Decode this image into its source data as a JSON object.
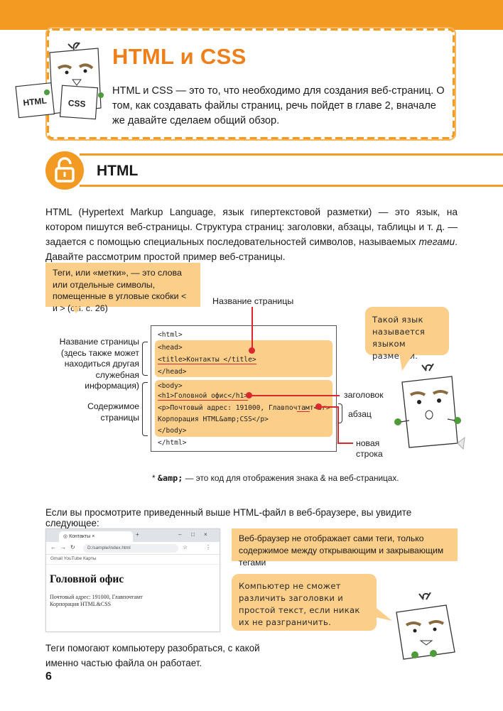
{
  "intro": {
    "title": "HTML и CSS",
    "text": "HTML и CSS — это то, что необходимо для создания веб-страниц. О том, как создавать файлы страниц, речь пойдет в главе 2, вначале же давайте сделаем общий обзор.",
    "card_html": "HTML",
    "card_css": "CSS"
  },
  "section": {
    "title": "HTML",
    "paragraph_a": "HTML (Hypertext Markup Language, язык гипертекстовой разметки) — это язык, на котором пишутся веб-страницы. Структура страниц: заголовки, абзацы, таблицы и т. д. — задается с помощью специальных последовательностей символов, называемых ",
    "paragraph_em": "тегами",
    "paragraph_b": ". Давайте рассмотрим простой пример веб-страницы."
  },
  "diagram": {
    "tag_callout": "Теги, или «метки», — это слова или отдельные символы, помещенные в угловые скобки < и > (см. с. 26)",
    "label_page_title": "Название страницы",
    "left_label_head": "Название страницы (здесь также может находиться другая служебная информация)",
    "left_label_body": "Содержимое страницы",
    "label_heading": "заголовок",
    "label_paragraph": "абзац",
    "label_newline": "новая строка",
    "bubble_top": "Такой язык называется языком разметки.",
    "code_lines": [
      "<html>",
      "<head>",
      "<title>Контакты </title>",
      "</head>",
      "<body>",
      "<h1>Головной офис</h1>",
      "<p>Почтовый адрес: 191000, Главпочтамт<br>",
      "Корпорация HTML&amp;CSS</p>",
      "</body>",
      "</html>"
    ]
  },
  "footnote": {
    "code": "&amp;",
    "text": " — это код для отображения знака & на веб-страницах."
  },
  "browser_section": {
    "intro": "Если вы просмотрите приведенный выше HTML-файл в веб-браузере, вы увидите следующее:",
    "note": "Веб-браузер не отображает сами теги, только содержимое между открывающим и закрывающим тегами",
    "bubble": "Компьютер не сможет различить заголовки и простой текст, если никак их не разграничить.",
    "bottom_text": "Теги помогают компьютеру разобраться, с какой именно частью файла он работает."
  },
  "browser": {
    "tab_label": "Контакты",
    "url": "D:/sample/index.html",
    "bookmarks": "Gmail   YouTube   Карты",
    "h1": "Головной офис",
    "p_line1": "Почтовый адрес: 191000, Главпочтамт",
    "p_line2": "Корпорация HTML&CSS"
  },
  "page_number": "6",
  "colors": {
    "orange": "#f39a22",
    "light_orange": "#fbce8a",
    "red": "#d9282f",
    "title_orange": "#ef7f1a"
  }
}
